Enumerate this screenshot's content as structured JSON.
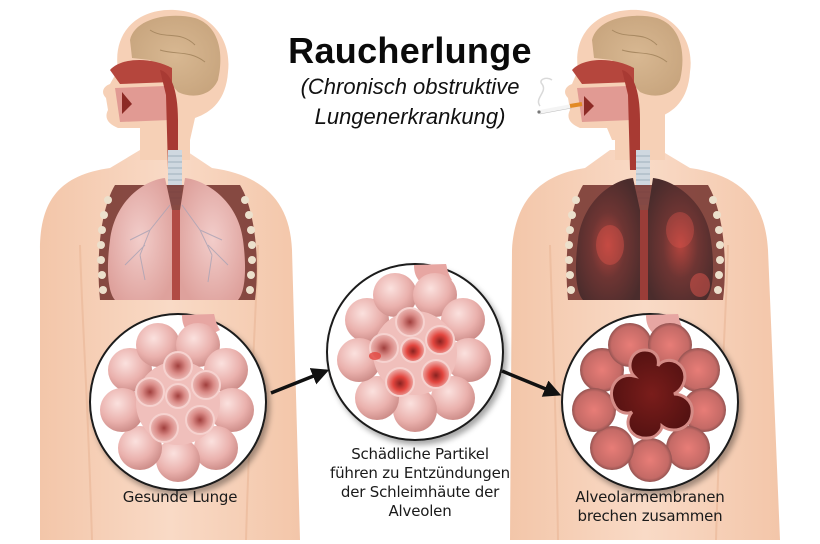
{
  "title": "Raucherlunge",
  "subtitle": {
    "line1": "(Chronisch obstruktive",
    "line2": "Lungenerkrankung)"
  },
  "figures": [
    {
      "id": "healthy-person",
      "label": "",
      "lung_state": "healthy",
      "has_cigarette": false
    },
    {
      "id": "smoker-person",
      "label": "",
      "lung_state": "damaged-dark",
      "has_cigarette": true
    }
  ],
  "stages": [
    {
      "id": "healthy",
      "caption_lines": [
        "Gesunde Lunge"
      ]
    },
    {
      "id": "inflamed",
      "caption_lines": [
        "Schädliche Partikel",
        "führen zu Entzündungen",
        "der Schleimhäute der",
        "Alveolen"
      ]
    },
    {
      "id": "collapsed",
      "caption_lines": [
        "Alveolarmembranen",
        "brechen zusammen"
      ]
    }
  ],
  "colors": {
    "skin": "#f6d0b6",
    "lung_healthy": "#e9b3ae",
    "lung_smoker": "#5a2a2a",
    "alveoli": "#eab1ad",
    "alveoli_inner": "#c9706c",
    "inflamed_spot": "#e2453e",
    "collapsed_inner": "#6e1a18",
    "arrow": "#111111"
  }
}
